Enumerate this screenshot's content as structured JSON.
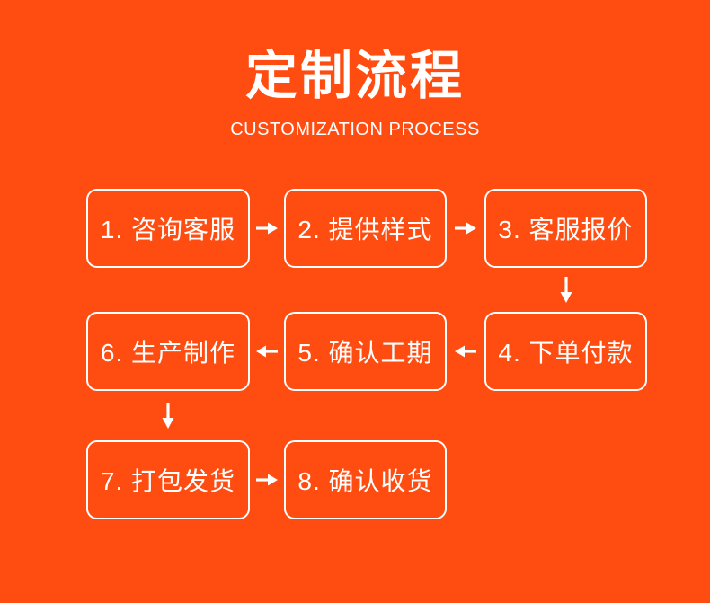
{
  "page": {
    "background_color": "#FF4D12",
    "foreground_color": "#FFFFFF"
  },
  "header": {
    "title": "定制流程",
    "subtitle": "CUSTOMIZATION PROCESS"
  },
  "icons": {
    "arrow_right": "→",
    "arrow_left": "←",
    "arrow_down": "↓"
  },
  "flow": {
    "steps": [
      {
        "id": 1,
        "label": "1. 咨询客服"
      },
      {
        "id": 2,
        "label": "2. 提供样式"
      },
      {
        "id": 3,
        "label": "3. 客服报价"
      },
      {
        "id": 4,
        "label": "4. 下单付款"
      },
      {
        "id": 5,
        "label": "5. 确认工期"
      },
      {
        "id": 6,
        "label": "6. 生产制作"
      },
      {
        "id": 7,
        "label": "7. 打包发货"
      },
      {
        "id": 8,
        "label": "8. 确认收货"
      }
    ],
    "connections": [
      {
        "from": 1,
        "to": 2,
        "direction": "right"
      },
      {
        "from": 2,
        "to": 3,
        "direction": "right"
      },
      {
        "from": 3,
        "to": 4,
        "direction": "down"
      },
      {
        "from": 4,
        "to": 5,
        "direction": "left"
      },
      {
        "from": 5,
        "to": 6,
        "direction": "left"
      },
      {
        "from": 6,
        "to": 7,
        "direction": "down"
      },
      {
        "from": 7,
        "to": 8,
        "direction": "right"
      }
    ]
  }
}
